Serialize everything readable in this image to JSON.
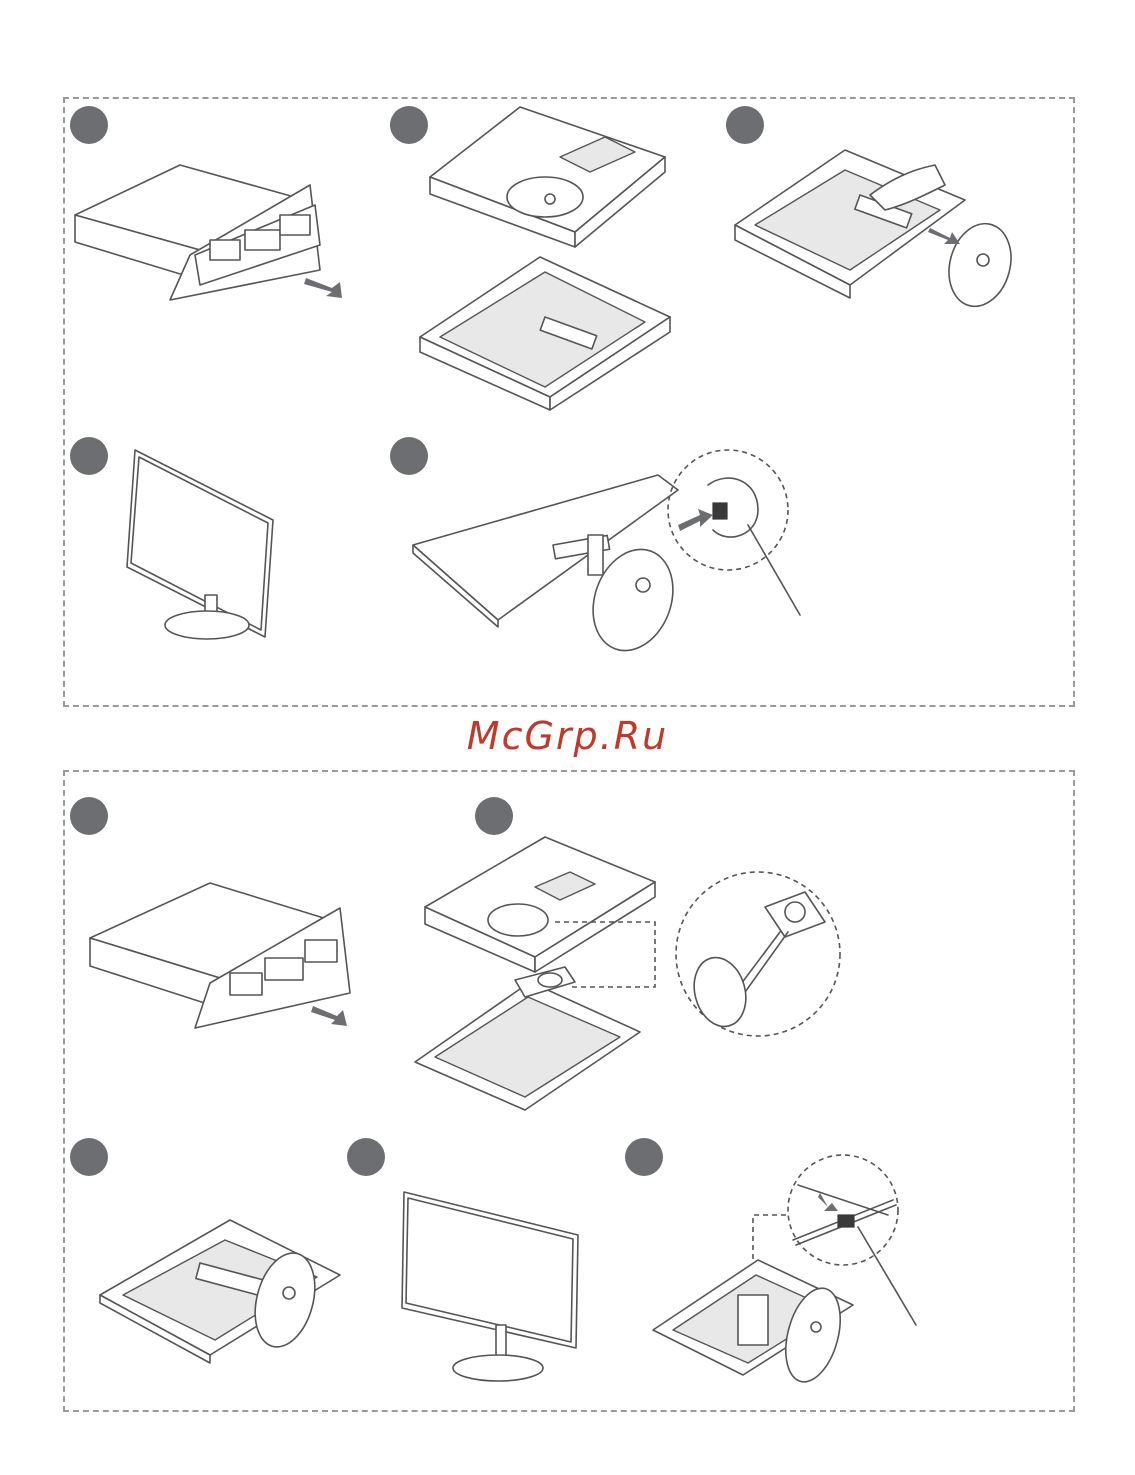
{
  "watermark": {
    "text": "McGrp.Ru",
    "color": "#c0392b"
  },
  "colors": {
    "step_badge": "#6d6e72",
    "panel_border": "#9a9a9a",
    "line_art": "#555555"
  },
  "panels": [
    {
      "name": "top-procedure",
      "steps": 5
    },
    {
      "name": "bottom-procedure",
      "steps": 5
    }
  ]
}
